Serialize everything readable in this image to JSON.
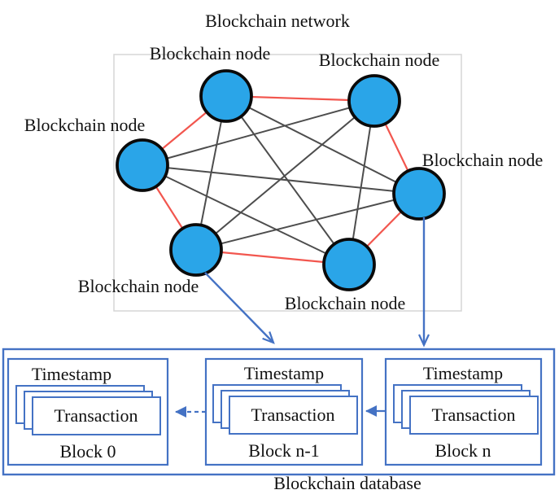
{
  "network": {
    "title": "Blockchain network",
    "node_label": "Blockchain node",
    "node_count": 6,
    "topology": "full-mesh of 6 nodes; perimeter ring highlighted in red"
  },
  "database": {
    "label": "Blockchain database",
    "blocks": [
      {
        "header": "Timestamp",
        "card": "Transaction",
        "name": "Block 0"
      },
      {
        "header": "Timestamp",
        "card": "Transaction",
        "name": "Block n-1"
      },
      {
        "header": "Timestamp",
        "card": "Transaction",
        "name": "Block n"
      }
    ]
  },
  "colors": {
    "node_fill": "#2AA5E8",
    "node_stroke": "#0A0A0A",
    "ring": "#F2564E",
    "mesh": "#4D4D4D",
    "blue": "#4472C4",
    "frame": "#D5D5D5",
    "text": "#111111",
    "card_fill": "#FFFFFF"
  }
}
